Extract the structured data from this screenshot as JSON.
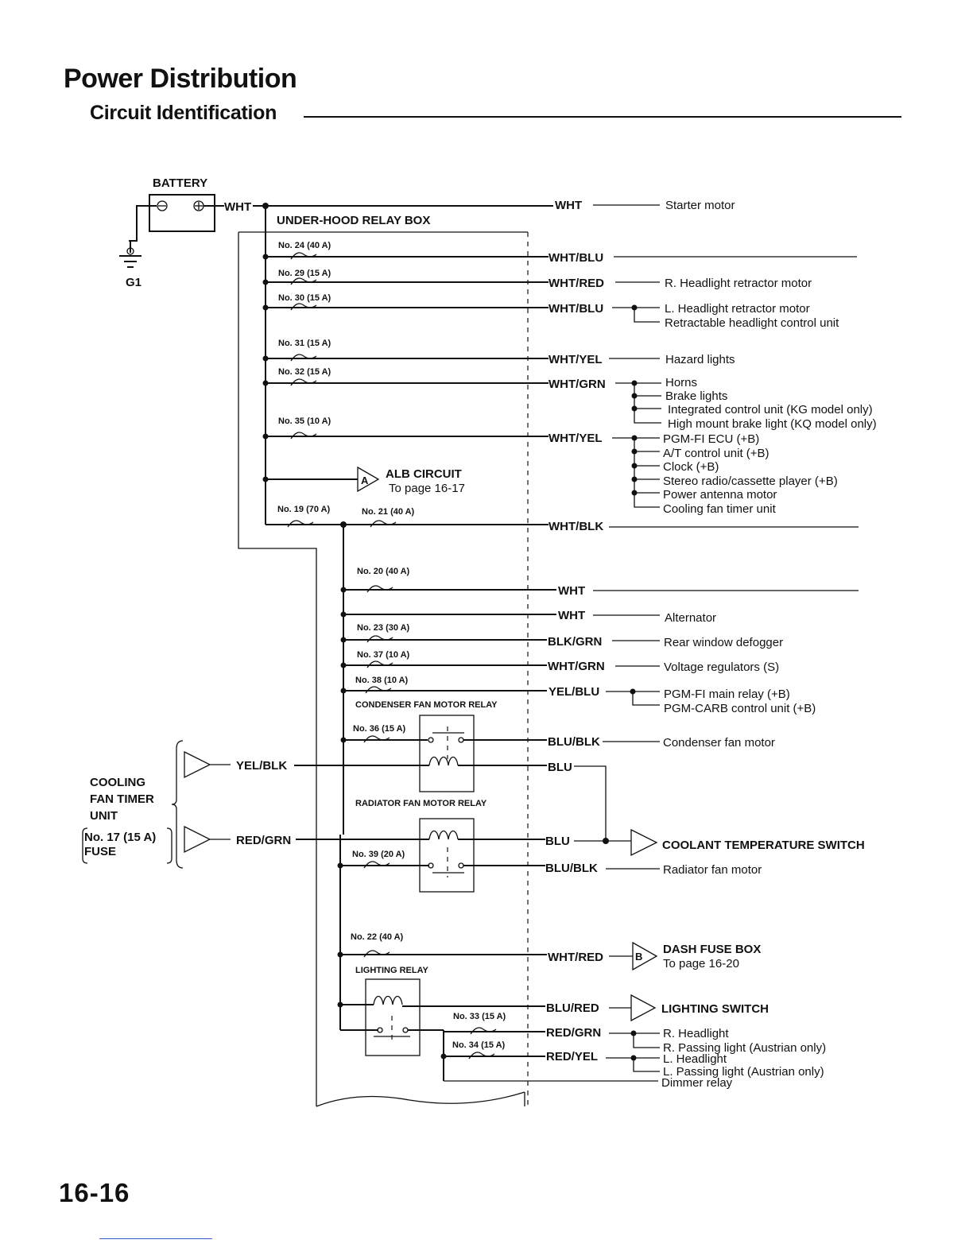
{
  "header": {
    "title": "Power Distribution",
    "subtitle": "Circuit Identification"
  },
  "page_number": "16-16",
  "battery": {
    "label": "BATTERY",
    "ground": "G1",
    "wire": "WHT"
  },
  "relay_box": {
    "label": "UNDER-HOOD RELAY BOX"
  },
  "fuses": {
    "f24": "No. 24 (40 A)",
    "f29": "No. 29 (15 A)",
    "f30": "No. 30 (15 A)",
    "f31": "No. 31 (15 A)",
    "f32": "No. 32 (15 A)",
    "f35": "No. 35 (10 A)",
    "f19": "No. 19 (70 A)",
    "f21": "No. 21 (40 A)",
    "f20": "No. 20 (40 A)",
    "f23": "No. 23 (30 A)",
    "f37": "No. 37 (10 A)",
    "f38": "No. 38 (10 A)",
    "f36": "No. 36 (15 A)",
    "f39": "No. 39 (20 A)",
    "f22": "No. 22 (40 A)",
    "f33": "No. 33 (15 A)",
    "f34": "No. 34 (15 A)"
  },
  "relays": {
    "condenser": "CONDENSER FAN MOTOR RELAY",
    "radiator": "RADIATOR FAN MOTOR RELAY",
    "lighting": "LIGHTING RELAY"
  },
  "alb": {
    "marker": "A",
    "title": "ALB CIRCUIT",
    "page": "To page 16-17"
  },
  "wires": {
    "w_starter": "WHT",
    "w24": "WHT/BLU",
    "w29": "WHT/RED",
    "w30": "WHT/BLU",
    "w31": "WHT/YEL",
    "w32": "WHT/GRN",
    "w35": "WHT/YEL",
    "w21": "WHT/BLK",
    "w20": "WHT",
    "w_alt": "WHT",
    "w23": "BLK/GRN",
    "w37": "WHT/GRN",
    "w38": "YEL/BLU",
    "w36": "BLU/BLK",
    "w_blu1": "BLU",
    "w_blu2": "BLU",
    "w39": "BLU/BLK",
    "w22": "WHT/RED",
    "w_light": "BLU/RED",
    "w33": "RED/GRN",
    "w34": "RED/YEL",
    "w_cool1": "YEL/BLK",
    "w_cool2": "RED/GRN"
  },
  "loads": {
    "starter": "Starter motor",
    "r_retractor": "R. Headlight retractor motor",
    "l_retractor": "L. Headlight retractor motor",
    "retract_unit": "Retractable headlight control unit",
    "hazard": "Hazard lights",
    "horns": "Horns",
    "brake": "Brake lights",
    "icu": "Integrated control unit (KG model only)",
    "hmbl": "High mount brake light (KQ model only)",
    "ecu": "PGM-FI ECU (+B)",
    "at": "A/T control unit (+B)",
    "clock": "Clock (+B)",
    "stereo": "Stereo radio/cassette player (+B)",
    "antenna": "Power antenna motor",
    "fan_timer": "Cooling fan timer unit",
    "alternator": "Alternator",
    "defogger": "Rear window defogger",
    "voltage": "Voltage regulators (S)",
    "main_relay": "PGM-FI main relay (+B)",
    "carb": "PGM-CARB control unit (+B)",
    "condenser_motor": "Condenser fan motor",
    "coolant": "COOLANT TEMPERATURE SWITCH",
    "radiator_motor": "Radiator fan motor",
    "dash_fuse": "DASH FUSE BOX",
    "dash_page": "To page 16-20",
    "dash_marker": "B",
    "lighting_switch": "LIGHTING SWITCH",
    "r_headlight": "R. Headlight",
    "r_passing": "R. Passing light (Austrian only)",
    "l_headlight": "L. Headlight",
    "l_passing": "L. Passing light (Austrian only)",
    "dimmer": "Dimmer relay"
  },
  "cooling_unit": {
    "line1": "COOLING",
    "line2": "FAN TIMER",
    "line3": "UNIT",
    "fuse1": "No. 17 (15 A)",
    "fuse2": "FUSE"
  }
}
